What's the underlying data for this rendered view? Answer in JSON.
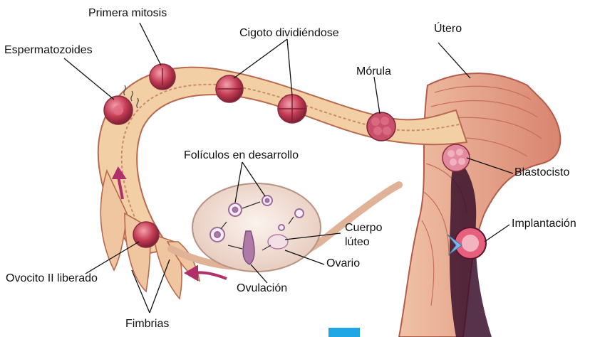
{
  "labels": {
    "primera_mitosis": "Primera mitosis",
    "espermatozoides": "Espermatozoides",
    "cigoto": "Cigoto dividiéndose",
    "utero": "Útero",
    "morula": "Mórula",
    "blastocisto": "Blastocisto",
    "foliculos": "Folículos en desarrollo",
    "cuerpo_luteo_1": "Cuerpo",
    "cuerpo_luteo_2": "lúteo",
    "ovario": "Ovario",
    "implantacion": "Implantación",
    "ovocito": "Ovocito II liberado",
    "ovulacion": "Ovulación",
    "fimbrias": "Fimbrias"
  },
  "colors": {
    "tissue_light": "#f3cfa6",
    "tissue_mid": "#e6a27f",
    "tissue_dark": "#c46a5a",
    "muscle": "#e08d7c",
    "cell": "#c23a52",
    "cell_highlight": "#f08a9a",
    "ovary": "#f1e3da",
    "arrow": "#b0306a",
    "endometrium": "#3a0f2b",
    "accent_square": "#1ea7e4"
  }
}
